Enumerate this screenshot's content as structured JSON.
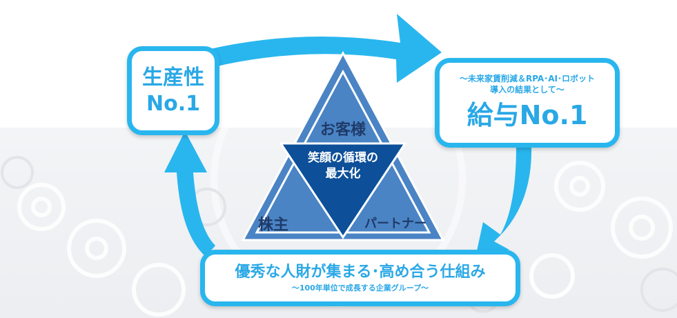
{
  "colors": {
    "accent": "#29b6ee",
    "text_blue": "#2aa8e6",
    "triangle_outer": "#4a84c4",
    "triangle_inner": "#0d4f99",
    "dark_text": "#1f3a6a",
    "background_band": "#eceef1"
  },
  "productivity": {
    "line1": "生産性",
    "line2": "No.1"
  },
  "salary": {
    "sub1": "～未来家賃削減＆RPA･AI･ロボット",
    "sub2": "導入の結果として～",
    "main": "給与No.1"
  },
  "talent": {
    "main": "優秀な人財が集まる･高め合う仕組み",
    "sub": "～100年単位で成長する企業グループ～"
  },
  "triangle": {
    "top": "お客様",
    "center_line1": "笑顔の循環の",
    "center_line2": "最大化",
    "left": "株主",
    "right": "パートナー"
  },
  "icons": [
    "gear-icon",
    "cycle-arrow-icon"
  ]
}
